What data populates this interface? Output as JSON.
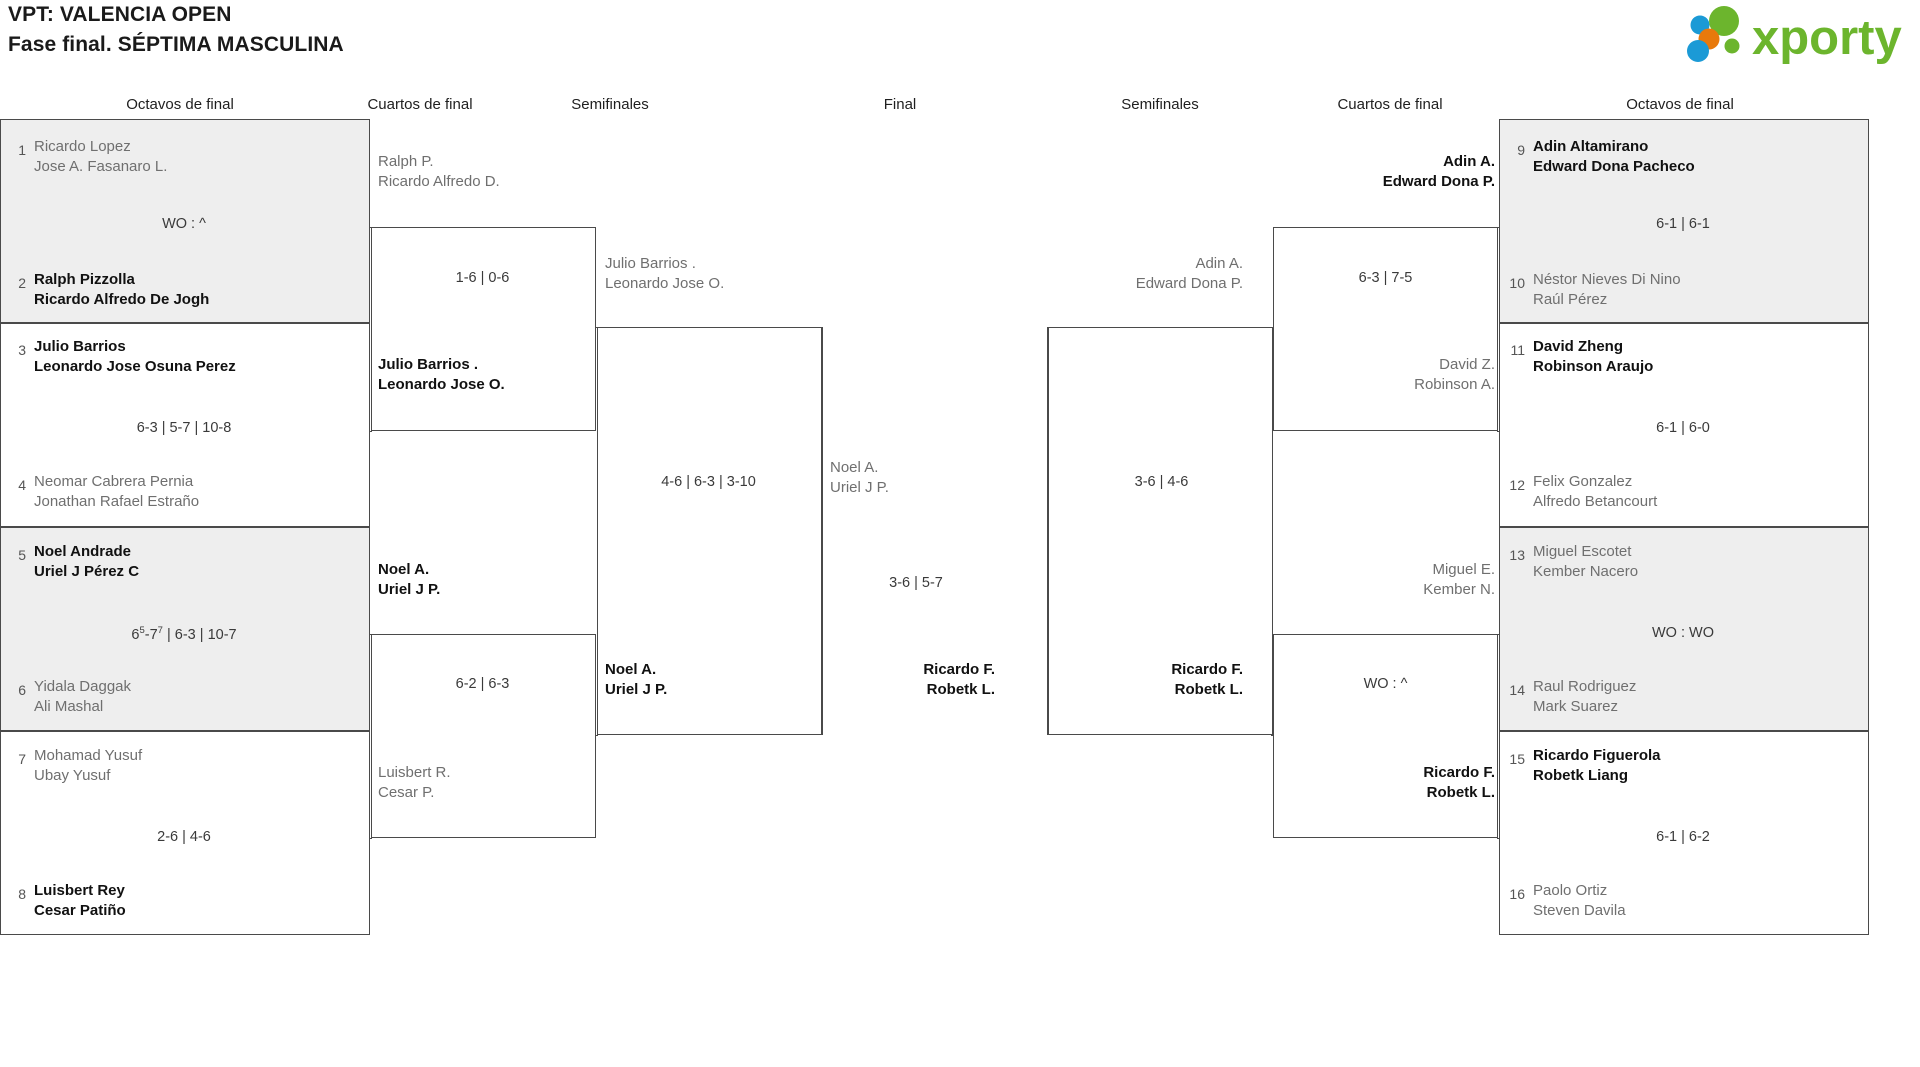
{
  "header": {
    "title_line1": "VPT: VALENCIA OPEN",
    "title_line2": "Fase final. SÉPTIMA MASCULINA",
    "logo_text": "xporty",
    "logo_colors": {
      "green": "#6cb52d",
      "orange": "#e8790b",
      "blue": "#1b9ad6"
    }
  },
  "round_headers": [
    {
      "label": "Octavos de final"
    },
    {
      "label": "Cuartos de final"
    },
    {
      "label": "Semifinales"
    },
    {
      "label": "Final"
    },
    {
      "label": "Semifinales"
    },
    {
      "label": "Cuartos de final"
    },
    {
      "label": "Octavos de final"
    }
  ],
  "left_r16": [
    {
      "seed": "1",
      "p1": "Ricardo Lopez",
      "p2": "Jose A. Fasanaro L.",
      "result": "loser"
    },
    {
      "seed": "2",
      "p1": "Ralph Pizzolla",
      "p2": "Ricardo Alfredo De Jogh",
      "result": "winner"
    },
    {
      "seed": "3",
      "p1": "Julio Barrios",
      "p2": "Leonardo Jose Osuna Perez",
      "result": "winner"
    },
    {
      "seed": "4",
      "p1": "Neomar Cabrera Pernia",
      "p2": "Jonathan Rafael Estraño",
      "result": "loser"
    },
    {
      "seed": "5",
      "p1": "Noel Andrade",
      "p2": "Uriel J Pérez C",
      "result": "winner"
    },
    {
      "seed": "6",
      "p1": "Yidala Daggak",
      "p2": "Ali Mashal",
      "result": "loser"
    },
    {
      "seed": "7",
      "p1": "Mohamad Yusuf",
      "p2": "Ubay Yusuf",
      "result": "loser"
    },
    {
      "seed": "8",
      "p1": "Luisbert Rey",
      "p2": "Cesar Patiño",
      "result": "winner"
    }
  ],
  "left_r16_scores": [
    {
      "value": "WO : ^"
    },
    {
      "value": "6-3 | 5-7 | 10-8"
    },
    {
      "value_pre": "6",
      "value_sup1": "5",
      "value_mid": "-7",
      "value_sup2": "7",
      "value_post": " | 6-3 | 10-7"
    },
    {
      "value": "2-6 | 4-6"
    }
  ],
  "left_qf": [
    {
      "p1": "Ralph P.",
      "p2": "Ricardo Alfredo D.",
      "result": "loser"
    },
    {
      "p1": "Julio Barrios .",
      "p2": "Leonardo Jose O.",
      "result": "winner"
    },
    {
      "p1": "Noel A.",
      "p2": "Uriel J P.",
      "result": "winner"
    },
    {
      "p1": "Luisbert R.",
      "p2": "Cesar P.",
      "result": "loser"
    }
  ],
  "left_qf_scores": [
    {
      "value": "1-6 | 0-6"
    },
    {
      "value": "6-2 | 6-3"
    }
  ],
  "left_sf": [
    {
      "p1": "Julio Barrios .",
      "p2": "Leonardo Jose O.",
      "result": "loser"
    },
    {
      "p1": "Noel A.",
      "p2": "Uriel J P.",
      "result": "winner"
    }
  ],
  "left_sf_scores": [
    {
      "value": "4-6 | 6-3 | 3-10"
    }
  ],
  "final": {
    "top": {
      "p1": "Noel A.",
      "p2": "Uriel J P.",
      "result": "loser"
    },
    "bottom": {
      "p1": "Ricardo F.",
      "p2": "Robetk L.",
      "result": "winner"
    },
    "score": {
      "value": "3-6 | 5-7"
    }
  },
  "right_sf": [
    {
      "p1": "Adin A.",
      "p2": "Edward Dona P.",
      "result": "loser"
    },
    {
      "p1": "Ricardo F.",
      "p2": "Robetk L.",
      "result": "winner"
    }
  ],
  "right_sf_scores": [
    {
      "value": "3-6 | 4-6"
    }
  ],
  "right_qf": [
    {
      "p1": "Adin A.",
      "p2": "Edward Dona P.",
      "result": "winner"
    },
    {
      "p1": "David Z.",
      "p2": "Robinson A.",
      "result": "loser"
    },
    {
      "p1": "Miguel E.",
      "p2": "Kember N.",
      "result": "loser"
    },
    {
      "p1": "Ricardo F.",
      "p2": "Robetk L.",
      "result": "winner"
    }
  ],
  "right_qf_scores": [
    {
      "value": "6-3 | 7-5"
    },
    {
      "value": "WO : ^"
    }
  ],
  "right_r16": [
    {
      "seed": "9",
      "p1": "Adin Altamirano",
      "p2": "Edward Dona Pacheco",
      "result": "winner"
    },
    {
      "seed": "10",
      "p1": "Néstor Nieves Di Nino",
      "p2": "Raúl Pérez",
      "result": "loser"
    },
    {
      "seed": "11",
      "p1": "David Zheng",
      "p2": "Robinson Araujo",
      "result": "winner"
    },
    {
      "seed": "12",
      "p1": "Felix Gonzalez",
      "p2": "Alfredo Betancourt",
      "result": "loser"
    },
    {
      "seed": "13",
      "p1": "Miguel Escotet",
      "p2": "Kember Nacero",
      "result": "loser"
    },
    {
      "seed": "14",
      "p1": "Raul Rodriguez",
      "p2": "Mark Suarez",
      "result": "loser"
    },
    {
      "seed": "15",
      "p1": "Ricardo Figuerola",
      "p2": "Robetk Liang",
      "result": "winner"
    },
    {
      "seed": "16",
      "p1": "Paolo Ortiz",
      "p2": "Steven Davila",
      "result": "loser"
    }
  ],
  "right_r16_scores": [
    {
      "value": "6-1 | 6-1"
    },
    {
      "value": "6-1 | 6-0"
    },
    {
      "value": "WO : WO"
    },
    {
      "value": "6-1 | 6-2"
    }
  ]
}
